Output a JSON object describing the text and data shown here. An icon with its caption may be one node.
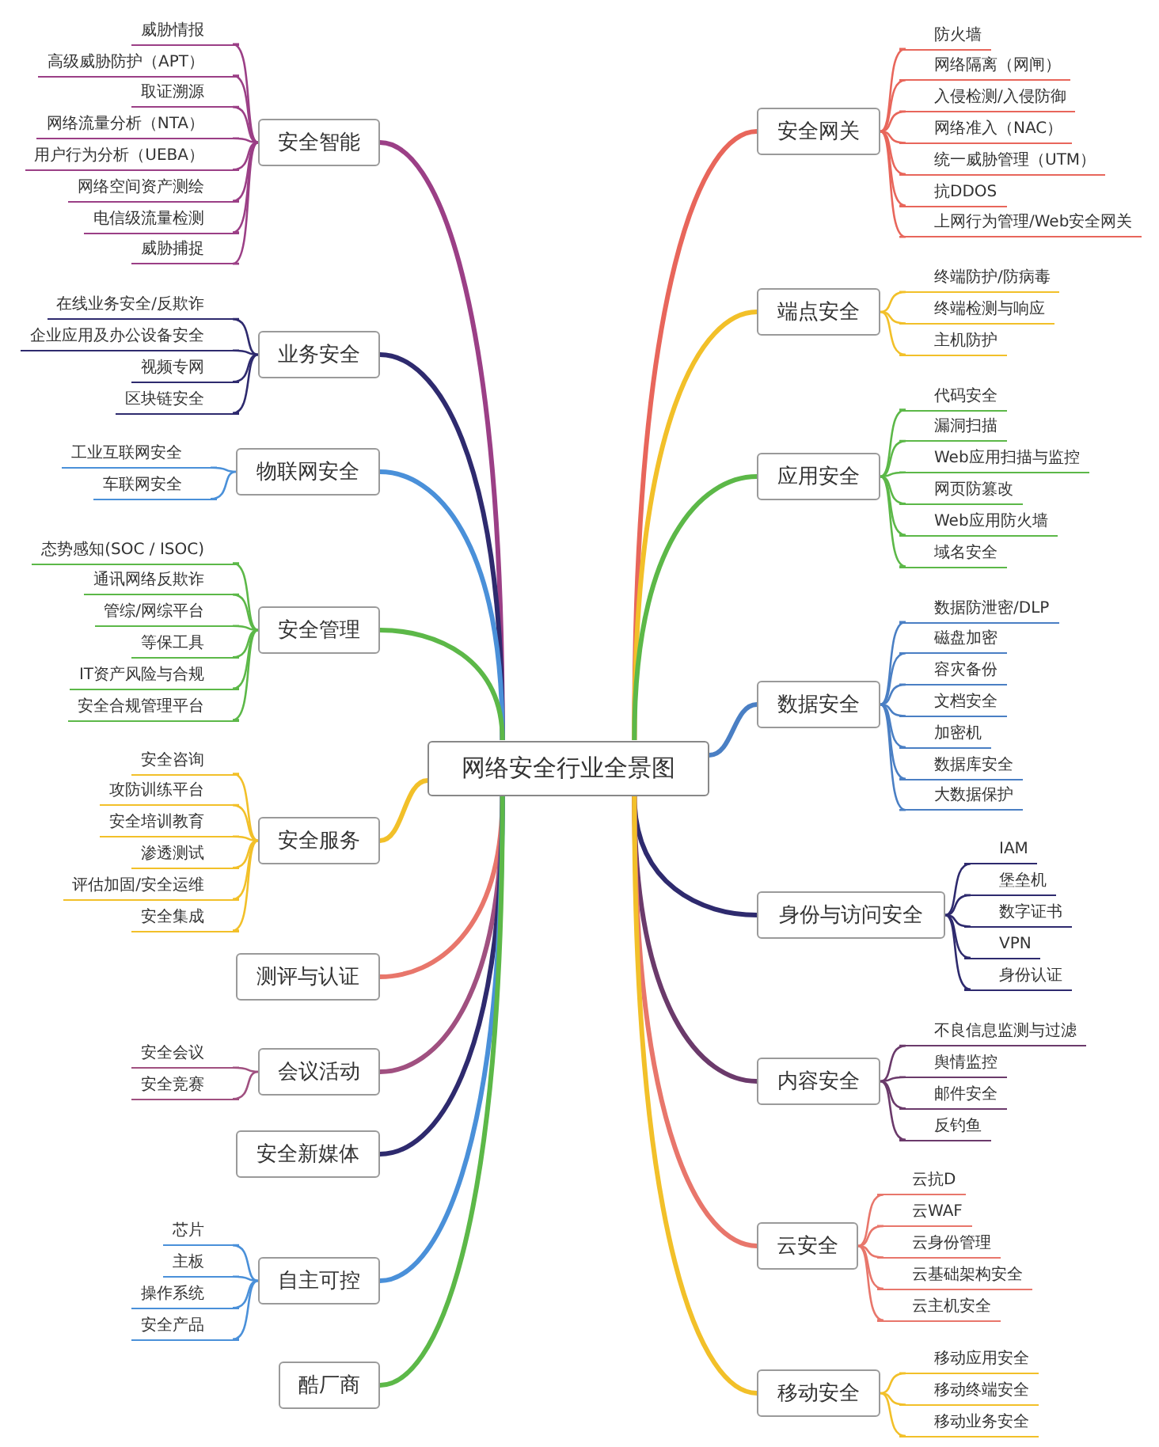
{
  "diagram": {
    "nodes": [
      {
        "text": [
          "网络安全行业全景图"
        ]
      },
      {
        "text": [
          "安全智能"
        ]
      },
      {
        "text": [
          "威胁情报"
        ]
      },
      {
        "text": [
          "高级威胁防护（APT）"
        ]
      },
      {
        "text": [
          "取证溯源"
        ]
      },
      {
        "text": [
          "网络流量分析（NTA）"
        ]
      },
      {
        "text": [
          "用户行为分析（UEBA）"
        ]
      },
      {
        "text": [
          "网络空间资产测绘"
        ]
      },
      {
        "text": [
          "电信级流量检测"
        ]
      },
      {
        "text": [
          "威胁捕捉"
        ]
      },
      {
        "text": [
          "业务安全"
        ]
      },
      {
        "text": [
          "在线业务安全/反欺诈"
        ]
      },
      {
        "text": [
          "企业应用及办公设备安全"
        ]
      },
      {
        "text": [
          "视频专网"
        ]
      },
      {
        "text": [
          "区块链安全"
        ]
      },
      {
        "text": [
          "物联网安全"
        ]
      },
      {
        "text": [
          "工业互联网安全"
        ]
      },
      {
        "text": [
          "车联网安全"
        ]
      },
      {
        "text": [
          "安全管理"
        ]
      },
      {
        "text": [
          "态势感知(SOC / ISOC)"
        ]
      },
      {
        "text": [
          "通讯网络反欺诈"
        ]
      },
      {
        "text": [
          "管综/网综平台"
        ]
      },
      {
        "text": [
          "等保工具"
        ]
      },
      {
        "text": [
          "IT资产风险与合规"
        ]
      },
      {
        "text": [
          "安全合规管理平台"
        ]
      },
      {
        "text": [
          "安全服务"
        ]
      },
      {
        "text": [
          "安全咨询"
        ]
      },
      {
        "text": [
          "攻防训练平台"
        ]
      },
      {
        "text": [
          "安全培训教育"
        ]
      },
      {
        "text": [
          "渗透测试"
        ]
      },
      {
        "text": [
          "评估加固/安全运维"
        ]
      },
      {
        "text": [
          "安全集成"
        ]
      },
      {
        "text": [
          "测评与认证"
        ]
      },
      {
        "text": [
          "会议活动"
        ]
      },
      {
        "text": [
          "安全会议"
        ]
      },
      {
        "text": [
          "安全竞赛"
        ]
      },
      {
        "text": [
          "安全新媒体"
        ]
      },
      {
        "text": [
          "自主可控"
        ]
      },
      {
        "text": [
          "芯片"
        ]
      },
      {
        "text": [
          "主板"
        ]
      },
      {
        "text": [
          "操作系统"
        ]
      },
      {
        "text": [
          "安全产品"
        ]
      },
      {
        "text": [
          "酷厂商"
        ]
      },
      {
        "text": [
          "安全网关"
        ]
      },
      {
        "text": [
          "防火墙"
        ]
      },
      {
        "text": [
          "网络隔离（网闸）"
        ]
      },
      {
        "text": [
          "入侵检测/入侵防御"
        ]
      },
      {
        "text": [
          "网络准入（NAC）"
        ]
      },
      {
        "text": [
          "统一威胁管理（UTM）"
        ]
      },
      {
        "text": [
          "抗DDOS"
        ]
      },
      {
        "text": [
          "上网行为管理/Web安全网关"
        ]
      },
      {
        "text": [
          "端点安全"
        ]
      },
      {
        "text": [
          "终端防护/防病毒"
        ]
      },
      {
        "text": [
          "终端检测与响应"
        ]
      },
      {
        "text": [
          "主机防护"
        ]
      },
      {
        "text": [
          "应用安全"
        ]
      },
      {
        "text": [
          "代码安全"
        ]
      },
      {
        "text": [
          "漏洞扫描"
        ]
      },
      {
        "text": [
          "Web应用扫描与监控"
        ]
      },
      {
        "text": [
          "网页防篡改"
        ]
      },
      {
        "text": [
          "Web应用防火墙"
        ]
      },
      {
        "text": [
          "域名安全"
        ]
      },
      {
        "text": [
          "数据安全"
        ]
      },
      {
        "text": [
          "数据防泄密/DLP"
        ]
      },
      {
        "text": [
          "磁盘加密"
        ]
      },
      {
        "text": [
          "容灾备份"
        ]
      },
      {
        "text": [
          "文档安全"
        ]
      },
      {
        "text": [
          "加密机"
        ]
      },
      {
        "text": [
          "数据库安全"
        ]
      },
      {
        "text": [
          "大数据保护"
        ]
      },
      {
        "text": [
          "身份与访问安全"
        ]
      },
      {
        "text": [
          "IAM"
        ]
      },
      {
        "text": [
          "堡垒机"
        ]
      },
      {
        "text": [
          "数字证书"
        ]
      },
      {
        "text": [
          "VPN"
        ]
      },
      {
        "text": [
          "身份认证"
        ]
      },
      {
        "text": [
          "内容安全"
        ]
      },
      {
        "text": [
          "不良信息监测与过滤"
        ]
      },
      {
        "text": [
          "舆情监控"
        ]
      },
      {
        "text": [
          "邮件安全"
        ]
      },
      {
        "text": [
          "反钓鱼"
        ]
      },
      {
        "text": [
          "云安全"
        ]
      },
      {
        "text": [
          "云抗D"
        ]
      },
      {
        "text": [
          "云WAF"
        ]
      },
      {
        "text": [
          "云身份管理"
        ]
      },
      {
        "text": [
          "云基础架构安全"
        ]
      },
      {
        "text": [
          "云主机安全"
        ]
      },
      {
        "text": [
          "移动安全"
        ]
      },
      {
        "text": [
          "移动应用安全"
        ]
      },
      {
        "text": [
          "移动终端安全"
        ]
      },
      {
        "text": [
          "移动业务安全"
        ]
      }
    ],
    "edges": [
      {
        "from": 0,
        "to": 1,
        "arrow": "none",
        "style": "thick",
        "color": "#9b3f86"
      },
      {
        "from": 1,
        "to": 2,
        "arrow": "none",
        "color": "#9b3f86"
      },
      {
        "from": 1,
        "to": 3,
        "arrow": "none",
        "color": "#9b3f86"
      },
      {
        "from": 1,
        "to": 4,
        "arrow": "none",
        "color": "#9b3f86"
      },
      {
        "from": 1,
        "to": 5,
        "arrow": "none",
        "color": "#9b3f86"
      },
      {
        "from": 1,
        "to": 6,
        "arrow": "none",
        "color": "#9b3f86"
      },
      {
        "from": 1,
        "to": 7,
        "arrow": "none",
        "color": "#9b3f86"
      },
      {
        "from": 1,
        "to": 8,
        "arrow": "none",
        "color": "#9b3f86"
      },
      {
        "from": 1,
        "to": 9,
        "arrow": "none",
        "color": "#9b3f86"
      },
      {
        "from": 0,
        "to": 10,
        "arrow": "none",
        "style": "thick",
        "color": "#2e2a6e"
      },
      {
        "from": 10,
        "to": 11,
        "arrow": "none",
        "color": "#2e2a6e"
      },
      {
        "from": 10,
        "to": 12,
        "arrow": "none",
        "color": "#2e2a6e"
      },
      {
        "from": 10,
        "to": 13,
        "arrow": "none",
        "color": "#2e2a6e"
      },
      {
        "from": 10,
        "to": 14,
        "arrow": "none",
        "color": "#2e2a6e"
      },
      {
        "from": 0,
        "to": 15,
        "arrow": "none",
        "style": "thick",
        "color": "#4a90d9"
      },
      {
        "from": 15,
        "to": 16,
        "arrow": "none",
        "color": "#4a90d9"
      },
      {
        "from": 15,
        "to": 17,
        "arrow": "none",
        "color": "#4a90d9"
      },
      {
        "from": 0,
        "to": 18,
        "arrow": "none",
        "style": "thick",
        "color": "#5cb848"
      },
      {
        "from": 18,
        "to": 19,
        "arrow": "none",
        "color": "#5cb848"
      },
      {
        "from": 18,
        "to": 20,
        "arrow": "none",
        "color": "#5cb848"
      },
      {
        "from": 18,
        "to": 21,
        "arrow": "none",
        "color": "#5cb848"
      },
      {
        "from": 18,
        "to": 22,
        "arrow": "none",
        "color": "#5cb848"
      },
      {
        "from": 18,
        "to": 23,
        "arrow": "none",
        "color": "#5cb848"
      },
      {
        "from": 18,
        "to": 24,
        "arrow": "none",
        "color": "#5cb848"
      },
      {
        "from": 0,
        "to": 25,
        "arrow": "none",
        "style": "thick",
        "color": "#f2c029"
      },
      {
        "from": 25,
        "to": 26,
        "arrow": "none",
        "color": "#f2c029"
      },
      {
        "from": 25,
        "to": 27,
        "arrow": "none",
        "color": "#f2c029"
      },
      {
        "from": 25,
        "to": 28,
        "arrow": "none",
        "color": "#f2c029"
      },
      {
        "from": 25,
        "to": 29,
        "arrow": "none",
        "color": "#f2c029"
      },
      {
        "from": 25,
        "to": 30,
        "arrow": "none",
        "color": "#f2c029"
      },
      {
        "from": 25,
        "to": 31,
        "arrow": "none",
        "color": "#f2c029"
      },
      {
        "from": 0,
        "to": 32,
        "arrow": "none",
        "style": "thick",
        "color": "#e8766b"
      },
      {
        "from": 0,
        "to": 33,
        "arrow": "none",
        "style": "thick",
        "color": "#a05080"
      },
      {
        "from": 33,
        "to": 34,
        "arrow": "none",
        "color": "#a05080"
      },
      {
        "from": 33,
        "to": 35,
        "arrow": "none",
        "color": "#a05080"
      },
      {
        "from": 0,
        "to": 36,
        "arrow": "none",
        "style": "thick",
        "color": "#2e2a6e"
      },
      {
        "from": 0,
        "to": 37,
        "arrow": "none",
        "style": "thick",
        "color": "#4a90d9"
      },
      {
        "from": 37,
        "to": 38,
        "arrow": "none",
        "color": "#4a90d9"
      },
      {
        "from": 37,
        "to": 39,
        "arrow": "none",
        "color": "#4a90d9"
      },
      {
        "from": 37,
        "to": 40,
        "arrow": "none",
        "color": "#4a90d9"
      },
      {
        "from": 37,
        "to": 41,
        "arrow": "none",
        "color": "#4a90d9"
      },
      {
        "from": 0,
        "to": 42,
        "arrow": "none",
        "style": "thick",
        "color": "#5cb848"
      },
      {
        "from": 0,
        "to": 43,
        "arrow": "none",
        "style": "thick",
        "color": "#e8665b"
      },
      {
        "from": 43,
        "to": 44,
        "arrow": "none",
        "color": "#e8665b"
      },
      {
        "from": 43,
        "to": 45,
        "arrow": "none",
        "color": "#e8665b"
      },
      {
        "from": 43,
        "to": 46,
        "arrow": "none",
        "color": "#e8665b"
      },
      {
        "from": 43,
        "to": 47,
        "arrow": "none",
        "color": "#e8665b"
      },
      {
        "from": 43,
        "to": 48,
        "arrow": "none",
        "color": "#e8665b"
      },
      {
        "from": 43,
        "to": 49,
        "arrow": "none",
        "color": "#e8665b"
      },
      {
        "from": 43,
        "to": 50,
        "arrow": "none",
        "color": "#e8665b"
      },
      {
        "from": 0,
        "to": 51,
        "arrow": "none",
        "style": "thick",
        "color": "#f2c029"
      },
      {
        "from": 51,
        "to": 52,
        "arrow": "none",
        "color": "#f2c029"
      },
      {
        "from": 51,
        "to": 53,
        "arrow": "none",
        "color": "#f2c029"
      },
      {
        "from": 51,
        "to": 54,
        "arrow": "none",
        "color": "#f2c029"
      },
      {
        "from": 0,
        "to": 55,
        "arrow": "none",
        "style": "thick",
        "color": "#5cb848"
      },
      {
        "from": 55,
        "to": 56,
        "arrow": "none",
        "color": "#5cb848"
      },
      {
        "from": 55,
        "to": 57,
        "arrow": "none",
        "color": "#5cb848"
      },
      {
        "from": 55,
        "to": 58,
        "arrow": "none",
        "color": "#5cb848"
      },
      {
        "from": 55,
        "to": 59,
        "arrow": "none",
        "color": "#5cb848"
      },
      {
        "from": 55,
        "to": 60,
        "arrow": "none",
        "color": "#5cb848"
      },
      {
        "from": 55,
        "to": 61,
        "arrow": "none",
        "color": "#5cb848"
      },
      {
        "from": 0,
        "to": 62,
        "arrow": "none",
        "style": "thick",
        "color": "#4a7fc4"
      },
      {
        "from": 62,
        "to": 63,
        "arrow": "none",
        "color": "#4a7fc4"
      },
      {
        "from": 62,
        "to": 64,
        "arrow": "none",
        "color": "#4a7fc4"
      },
      {
        "from": 62,
        "to": 65,
        "arrow": "none",
        "color": "#4a7fc4"
      },
      {
        "from": 62,
        "to": 66,
        "arrow": "none",
        "color": "#4a7fc4"
      },
      {
        "from": 62,
        "to": 67,
        "arrow": "none",
        "color": "#4a7fc4"
      },
      {
        "from": 62,
        "to": 68,
        "arrow": "none",
        "color": "#4a7fc4"
      },
      {
        "from": 62,
        "to": 69,
        "arrow": "none",
        "color": "#4a7fc4"
      },
      {
        "from": 0,
        "to": 70,
        "arrow": "none",
        "style": "thick",
        "color": "#2e2a6e"
      },
      {
        "from": 70,
        "to": 71,
        "arrow": "none",
        "color": "#2e2a6e"
      },
      {
        "from": 70,
        "to": 72,
        "arrow": "none",
        "color": "#2e2a6e"
      },
      {
        "from": 70,
        "to": 73,
        "arrow": "none",
        "color": "#2e2a6e"
      },
      {
        "from": 70,
        "to": 74,
        "arrow": "none",
        "color": "#2e2a6e"
      },
      {
        "from": 70,
        "to": 75,
        "arrow": "none",
        "color": "#2e2a6e"
      },
      {
        "from": 0,
        "to": 76,
        "arrow": "none",
        "style": "thick",
        "color": "#6b3a6b"
      },
      {
        "from": 76,
        "to": 77,
        "arrow": "none",
        "color": "#6b3a6b"
      },
      {
        "from": 76,
        "to": 78,
        "arrow": "none",
        "color": "#6b3a6b"
      },
      {
        "from": 76,
        "to": 79,
        "arrow": "none",
        "color": "#6b3a6b"
      },
      {
        "from": 76,
        "to": 80,
        "arrow": "none",
        "color": "#6b3a6b"
      },
      {
        "from": 0,
        "to": 81,
        "arrow": "none",
        "style": "thick",
        "color": "#e8766b"
      },
      {
        "from": 81,
        "to": 82,
        "arrow": "none",
        "color": "#e8766b"
      },
      {
        "from": 81,
        "to": 83,
        "arrow": "none",
        "color": "#e8766b"
      },
      {
        "from": 81,
        "to": 84,
        "arrow": "none",
        "color": "#e8766b"
      },
      {
        "from": 81,
        "to": 85,
        "arrow": "none",
        "color": "#e8766b"
      },
      {
        "from": 81,
        "to": 86,
        "arrow": "none",
        "color": "#e8766b"
      },
      {
        "from": 0,
        "to": 87,
        "arrow": "none",
        "style": "thick",
        "color": "#f2c029"
      },
      {
        "from": 87,
        "to": 88,
        "arrow": "none",
        "color": "#f2c029"
      },
      {
        "from": 87,
        "to": 89,
        "arrow": "none",
        "color": "#f2c029"
      },
      {
        "from": 87,
        "to": 90,
        "arrow": "none",
        "color": "#f2c029"
      }
    ]
  }
}
